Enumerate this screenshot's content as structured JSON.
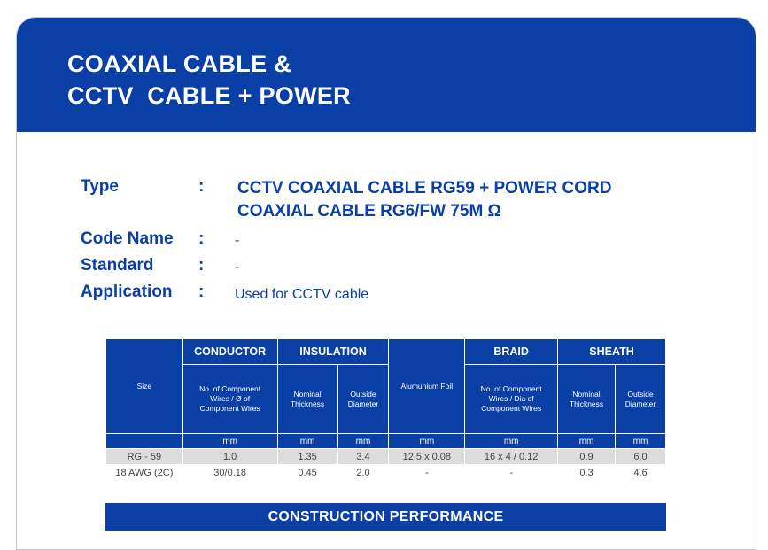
{
  "title": {
    "line1": "COAXIAL CABLE &",
    "line2": "CCTV  CABLE + POWER"
  },
  "info": {
    "type_label": "Type",
    "type_value_1": "CCTV COAXIAL CABLE RG59 + POWER CORD",
    "type_value_2": "COAXIAL CABLE RG6/FW 75M Ω",
    "code_label": "Code Name",
    "code_value": "-",
    "standard_label": "Standard",
    "standard_value": "-",
    "application_label": "Application",
    "application_value": "Used for CCTV cable",
    "colon": ":"
  },
  "table": {
    "size": "Size",
    "conductor": "CONDUCTOR",
    "conductor_sub": "No. of Component Wires / Ø of Component Wires",
    "insulation": "INSULATION",
    "ins_thick": "Nominal Thickness",
    "ins_dia": "Outside Diameter",
    "foil": "Alumunium Foil",
    "braid": "BRAID",
    "braid_sub": "No. of Component Wires / Dia of Component Wires",
    "sheath": "SHEATH",
    "sh_thick": "Nominal Thickness",
    "sh_dia": "Outside Diameter",
    "unit": "mm",
    "rows": [
      [
        "RG - 59",
        "1.0",
        "1.35",
        "3.4",
        "12.5 x 0.08",
        "16 x 4 / 0.12",
        "0.9",
        "6.0"
      ],
      [
        "18 AWG (2C)",
        "30/0.18",
        "0.45",
        "2.0",
        "-",
        "-",
        "0.3",
        "4.6"
      ]
    ]
  },
  "section": {
    "construction": "CONSTRUCTION PERFORMANCE"
  },
  "colors": {
    "brand_blue": "#0a3fa6",
    "row_gray": "#dcdcdc"
  }
}
